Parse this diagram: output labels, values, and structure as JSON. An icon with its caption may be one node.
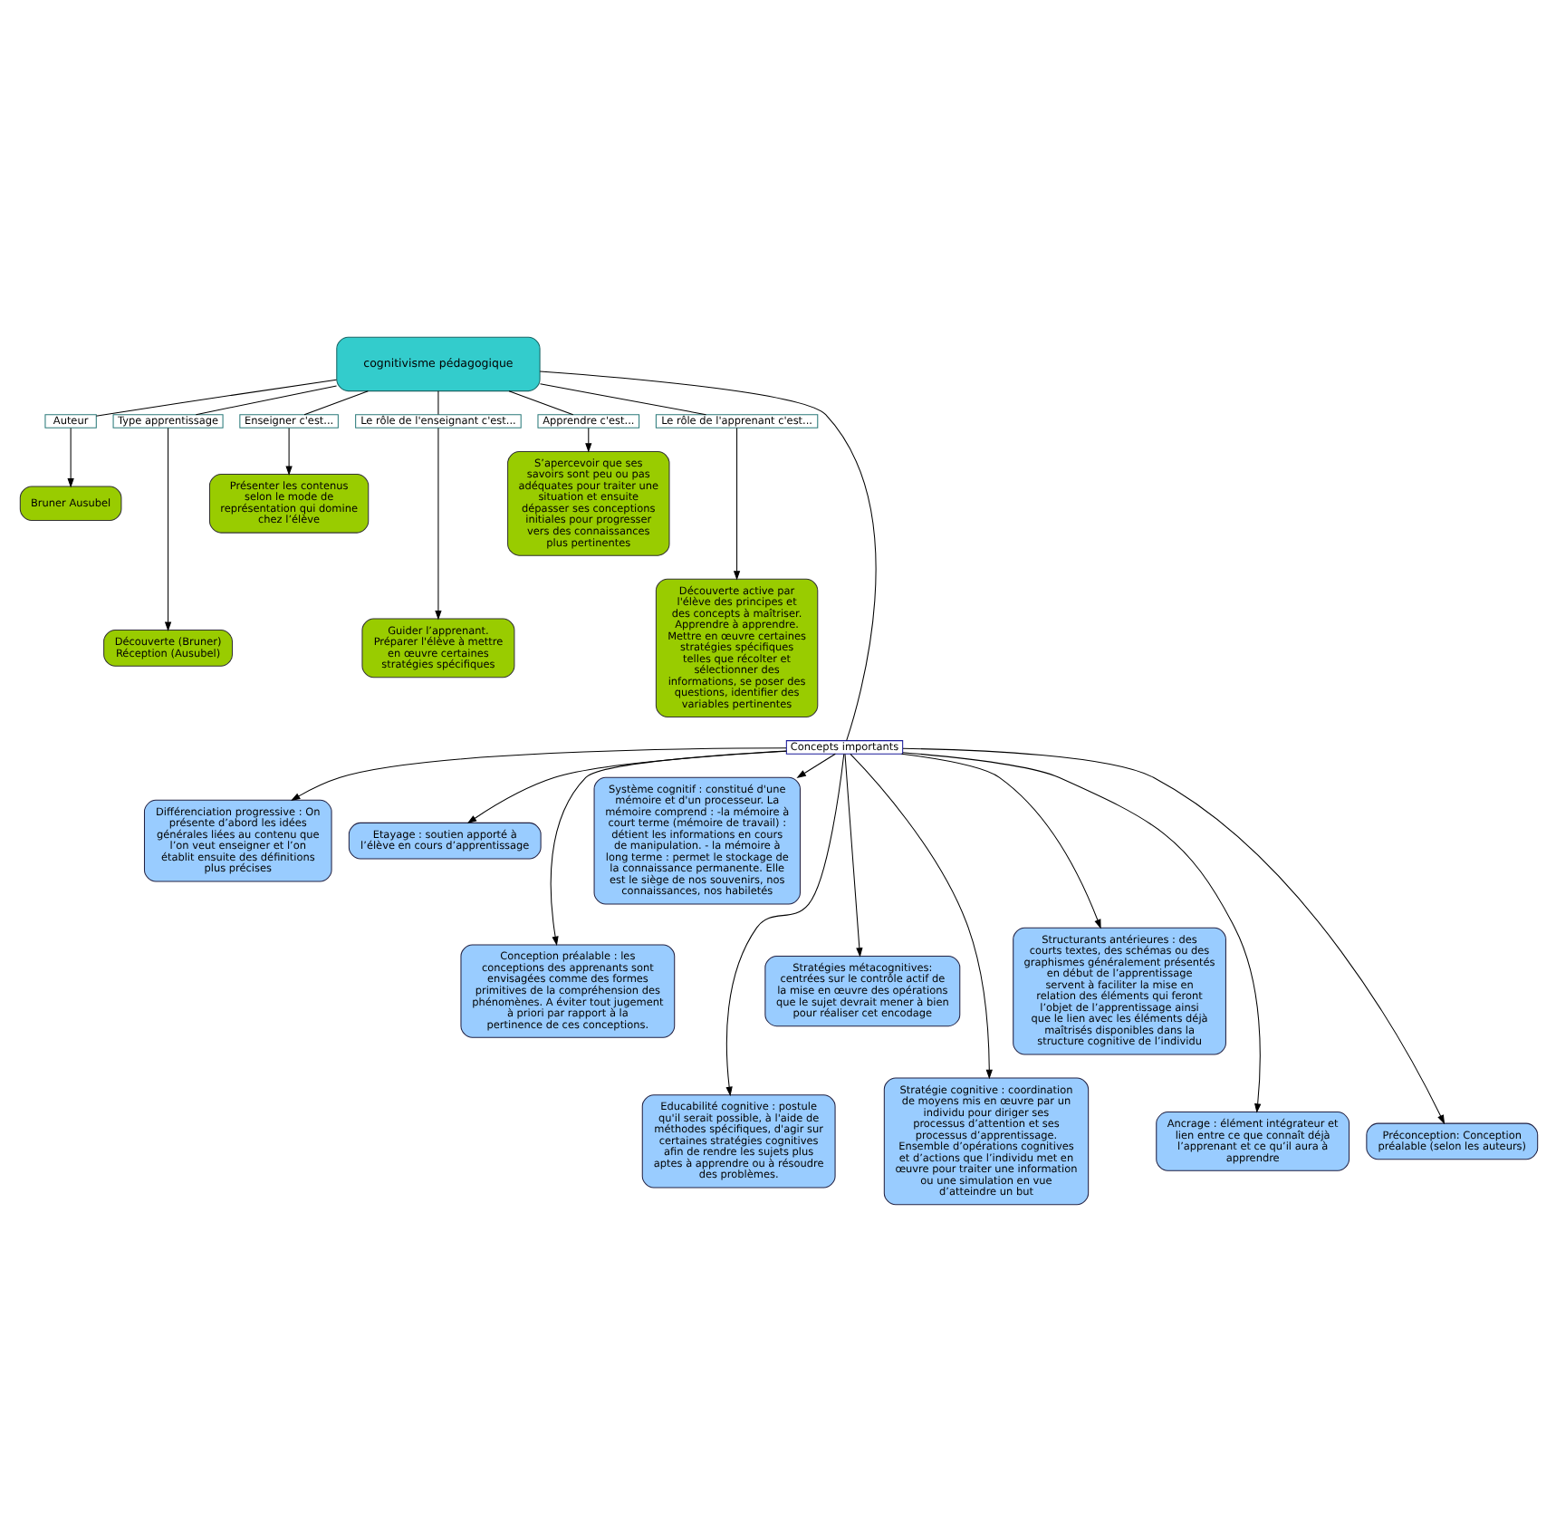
{
  "diagram": {
    "nodes": [
      {
        "text": [
          "cognitivisme pédagogique"
        ]
      },
      {
        "text": [
          "Auteur"
        ]
      },
      {
        "text": [
          "Bruner Ausubel"
        ]
      },
      {
        "text": [
          "Type apprentissage"
        ]
      },
      {
        "text": [
          "Découverte (Bruner)",
          "Réception (Ausubel)"
        ]
      },
      {
        "text": [
          "Enseigner c'est..."
        ]
      },
      {
        "text": [
          "Présenter les contenus selon le mode de représentation qui domine chez l’élève"
        ]
      },
      {
        "text": [
          "Le rôle de l'enseignant c'est..."
        ]
      },
      {
        "text": [
          "Guider l’apprenant. Préparer l'élève à mettre en œuvre certaines stratégies spécifiques"
        ]
      },
      {
        "text": [
          "Apprendre c'est..."
        ]
      },
      {
        "text": [
          "S’apercevoir que ses savoirs sont peu ou pas adéquates pour traiter une situation et ensuite dépasser ses conceptions initiales pour progresser vers des connaissances plus pertinentes"
        ]
      },
      {
        "text": [
          "Le rôle de l'apprenant c'est..."
        ]
      },
      {
        "text": [
          "Découverte active par l'élève des principes et des concepts à maîtriser. Apprendre à apprendre. Mettre en œuvre certaines stratégies spécifiques telles que récolter et sélectionner des informations, se poser des questions, identifier des variables pertinentes"
        ]
      },
      {
        "text": [
          "Concepts importants"
        ]
      },
      {
        "text": [
          "Différenciation progressive : On présente d’abord les idées générales liées au contenu que l’on veut enseigner et l’on établit ensuite des définitions plus précises"
        ]
      },
      {
        "text": [
          "Etayage : soutien apporté à l’élève en cours d’apprentissage"
        ]
      },
      {
        "text": [
          "Conception préalable : les conceptions des apprenants sont envisagées comme des formes primitives de la compréhension des phénomènes. A éviter tout jugement à priori par rapport à la pertinence de ces conceptions."
        ]
      },
      {
        "text": [
          "Système cognitif : constitué d'une mémoire et d'un processeur. La mémoire comprend : -la mémoire à court terme (mémoire de travail) : détient les informations en cours de manipulation. - la mémoire à long terme : permet le stockage de la connaissance permanente. Elle est le siège de nos souvenirs, nos connaissances, nos habiletés"
        ]
      },
      {
        "text": [
          "Educabilité cognitive : postule qu'il serait possible, à l'aide de méthodes spécifiques, d'agir sur certaines stratégies cognitives afin de rendre les sujets plus aptes à apprendre ou à résoudre des problèmes."
        ]
      },
      {
        "text": [
          "Stratégies métacognitives: centrées sur le contrôle actif de la mise en œuvre des opérations que le sujet devrait mener à bien pour réaliser cet encodage"
        ]
      },
      {
        "text": [
          "Stratégie cognitive : coordination de moyens mis en œuvre par un individu pour diriger ses processus d’attention et ses processus d’apprentissage. Ensemble d’opérations cognitives et d’actions que l’individu met en œuvre pour traiter une information ou une simulation en vue d’atteindre un but"
        ]
      },
      {
        "text": [
          "Structurants antérieures : des courts textes, des schémas ou des graphismes généralement présentés en début de l’apprentissage servent à faciliter la mise en relation des éléments qui feront l’objet de l’apprentissage ainsi que le lien avec les éléments déjà maîtrisés disponibles dans la structure cognitive de l’individu"
        ]
      },
      {
        "text": [
          "Ancrage : élément intégrateur et lien entre ce que connaît déjà l’apprenant et ce qu’il aura à apprendre"
        ]
      },
      {
        "text": [
          "Préconception: Conception préalable (selon les auteurs)"
        ]
      }
    ],
    "edges": [
      {
        "from": 0,
        "to": 1,
        "arrow": "none"
      },
      {
        "from": 1,
        "to": 2,
        "arrow": "to"
      },
      {
        "from": 0,
        "to": 3,
        "arrow": "none"
      },
      {
        "from": 3,
        "to": 4,
        "arrow": "to"
      },
      {
        "from": 0,
        "to": 5,
        "arrow": "none"
      },
      {
        "from": 5,
        "to": 6,
        "arrow": "to"
      },
      {
        "from": 0,
        "to": 7,
        "arrow": "none"
      },
      {
        "from": 7,
        "to": 8,
        "arrow": "to"
      },
      {
        "from": 0,
        "to": 9,
        "arrow": "none"
      },
      {
        "from": 9,
        "to": 10,
        "arrow": "to"
      },
      {
        "from": 0,
        "to": 11,
        "arrow": "none"
      },
      {
        "from": 11,
        "to": 12,
        "arrow": "to"
      },
      {
        "from": 0,
        "to": 13,
        "arrow": "none"
      },
      {
        "from": 13,
        "to": 14,
        "arrow": "to"
      },
      {
        "from": 13,
        "to": 15,
        "arrow": "to"
      },
      {
        "from": 13,
        "to": 16,
        "arrow": "to"
      },
      {
        "from": 13,
        "to": 17,
        "arrow": "to"
      },
      {
        "from": 13,
        "to": 18,
        "arrow": "to"
      },
      {
        "from": 13,
        "to": 19,
        "arrow": "to"
      },
      {
        "from": 13,
        "to": 20,
        "arrow": "to"
      },
      {
        "from": 13,
        "to": 21,
        "arrow": "to"
      },
      {
        "from": 13,
        "to": 22,
        "arrow": "to"
      },
      {
        "from": 13,
        "to": 23,
        "arrow": "to"
      }
    ]
  }
}
